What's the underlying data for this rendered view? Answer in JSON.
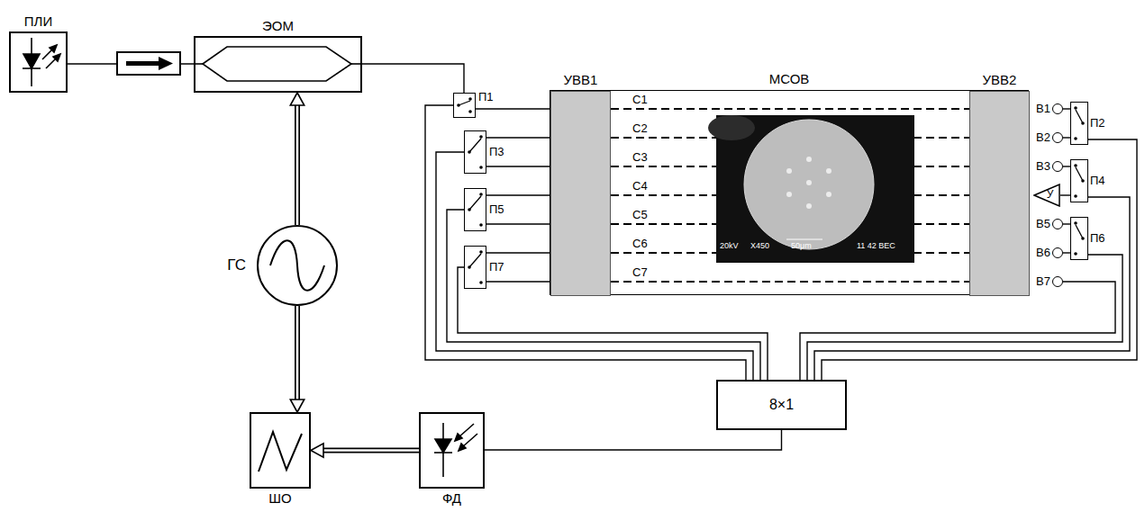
{
  "diagram": {
    "nodes": [
      {
        "text": [
          "ПЛИ"
        ]
      },
      {
        "text": [
          "ЭОМ"
        ]
      },
      {
        "text": [
          "ГС"
        ]
      },
      {
        "text": [
          "ШО"
        ]
      },
      {
        "text": [
          "ФД"
        ]
      },
      {
        "text": [
          "МСОВ"
        ]
      },
      {
        "text": [
          "УВВ1"
        ],
        "in": 5
      },
      {
        "text": [
          "УВВ2"
        ],
        "in": 5
      },
      {
        "text": [
          "П1"
        ]
      },
      {
        "text": [
          "П3"
        ]
      },
      {
        "text": [
          "П5"
        ]
      },
      {
        "text": [
          "П7"
        ]
      },
      {
        "text": [
          "В1"
        ]
      },
      {
        "text": [
          "В2"
        ]
      },
      {
        "text": [
          "В3"
        ]
      },
      {
        "text": [
          "У"
        ]
      },
      {
        "text": [
          "В5"
        ]
      },
      {
        "text": [
          "В6"
        ]
      },
      {
        "text": [
          "В7"
        ]
      },
      {
        "text": [
          "П2"
        ]
      },
      {
        "text": [
          "П4"
        ]
      },
      {
        "text": [
          "П6"
        ]
      },
      {
        "text": [
          "8×1"
        ]
      }
    ],
    "edges": [
      {
        "from": 0,
        "to": 1,
        "arrow": "none"
      },
      {
        "from": 1,
        "to": 8,
        "arrow": "none"
      },
      {
        "from": 2,
        "to": 1,
        "arrow": "to"
      },
      {
        "from": 2,
        "to": 3,
        "arrow": "to"
      },
      {
        "from": 4,
        "to": 3,
        "arrow": "to"
      },
      {
        "from": 22,
        "to": 4,
        "arrow": "none"
      },
      {
        "from": 6,
        "to": 7,
        "label": "С1",
        "arrow": "none"
      },
      {
        "from": 6,
        "to": 7,
        "label": "С2",
        "arrow": "none"
      },
      {
        "from": 6,
        "to": 7,
        "label": "С3",
        "arrow": "none"
      },
      {
        "from": 6,
        "to": 7,
        "label": "С4",
        "arrow": "none"
      },
      {
        "from": 6,
        "to": 7,
        "label": "С5",
        "arrow": "none"
      },
      {
        "from": 6,
        "to": 7,
        "label": "С6",
        "arrow": "none"
      },
      {
        "from": 6,
        "to": 7,
        "label": "С7",
        "arrow": "none"
      },
      {
        "from": 8,
        "to": 6,
        "arrow": "none"
      },
      {
        "from": 9,
        "to": 6,
        "arrow": "none"
      },
      {
        "from": 9,
        "to": 6,
        "arrow": "none"
      },
      {
        "from": 10,
        "to": 6,
        "arrow": "none"
      },
      {
        "from": 10,
        "to": 6,
        "arrow": "none"
      },
      {
        "from": 11,
        "to": 6,
        "arrow": "none"
      },
      {
        "from": 11,
        "to": 6,
        "arrow": "none"
      },
      {
        "from": 12,
        "to": 19,
        "arrow": "none"
      },
      {
        "from": 13,
        "to": 19,
        "arrow": "none"
      },
      {
        "from": 14,
        "to": 20,
        "arrow": "none"
      },
      {
        "from": 15,
        "to": 20,
        "arrow": "none"
      },
      {
        "from": 16,
        "to": 21,
        "arrow": "none"
      },
      {
        "from": 17,
        "to": 21,
        "arrow": "none"
      },
      {
        "from": 8,
        "to": 22,
        "arrow": "none"
      },
      {
        "from": 9,
        "to": 22,
        "arrow": "none"
      },
      {
        "from": 10,
        "to": 22,
        "arrow": "none"
      },
      {
        "from": 11,
        "to": 22,
        "arrow": "none"
      },
      {
        "from": 19,
        "to": 22,
        "arrow": "none"
      },
      {
        "from": 20,
        "to": 22,
        "arrow": "none"
      },
      {
        "from": 21,
        "to": 22,
        "arrow": "none"
      },
      {
        "from": 18,
        "to": 22,
        "arrow": "none"
      }
    ],
    "labels": [
      "20kV",
      "X450",
      "50μm",
      "11 42 BEC"
    ]
  }
}
